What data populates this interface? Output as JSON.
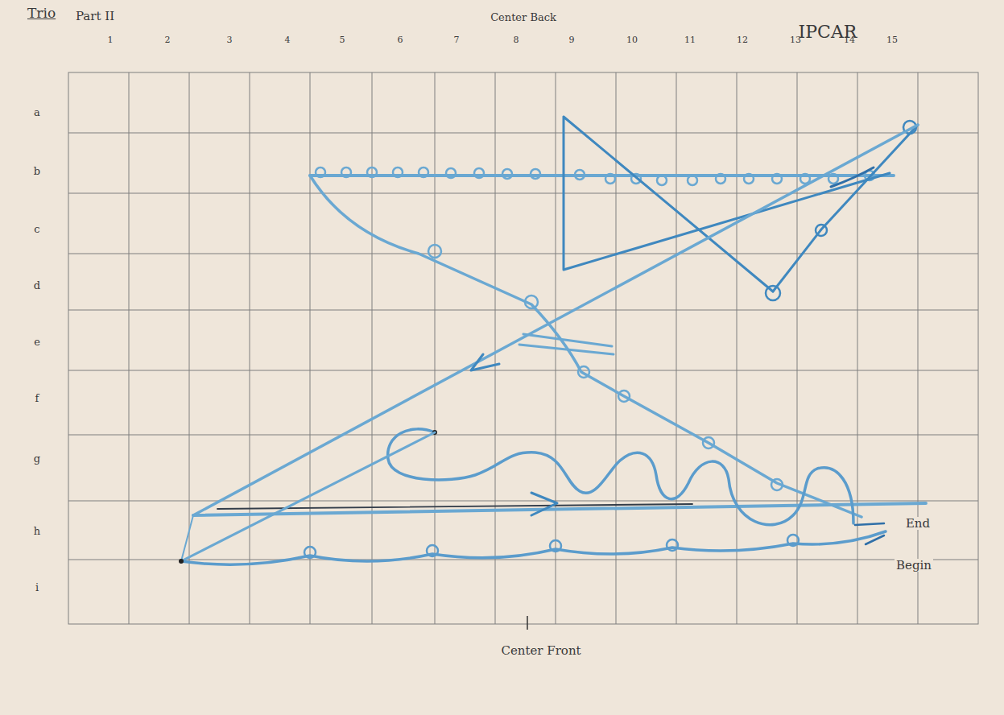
{
  "diagram": {
    "title": "Trio",
    "labels": [
      "Part II",
      "Center Back",
      "IPCAR",
      "1",
      "2",
      "3",
      "4",
      "5",
      "6",
      "7",
      "8",
      "9",
      "10",
      "11",
      "12",
      "13",
      "14",
      "15",
      "a",
      "b",
      "c",
      "d",
      "e",
      "f",
      "g",
      "h",
      "i",
      "Center Front",
      "End",
      "Begin"
    ]
  }
}
